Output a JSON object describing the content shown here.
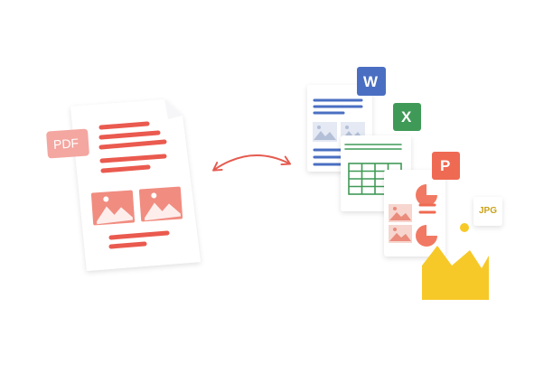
{
  "badges": {
    "pdf": "PDF",
    "word": "W",
    "excel": "X",
    "powerpoint": "P",
    "jpg": "JPG"
  },
  "colors": {
    "pdf_red": "#ea5a4f",
    "pdf_badge": "#f4a6a0",
    "pdf_image": "#f18c80",
    "word_blue": "#4a6fc2",
    "excel_green": "#3f9a57",
    "ppt_orange": "#ef6a52",
    "jpg_yellow": "#f7c928",
    "arrow": "#e55a4f",
    "image_placeholder": "#e4e9f3"
  },
  "icons": {
    "pdf_document": "pdf-document-icon",
    "conversion_arrow": "bidirectional-arrow-icon",
    "word": "word-document-icon",
    "excel": "excel-spreadsheet-icon",
    "powerpoint": "powerpoint-slide-icon",
    "jpg": "jpg-image-icon"
  }
}
